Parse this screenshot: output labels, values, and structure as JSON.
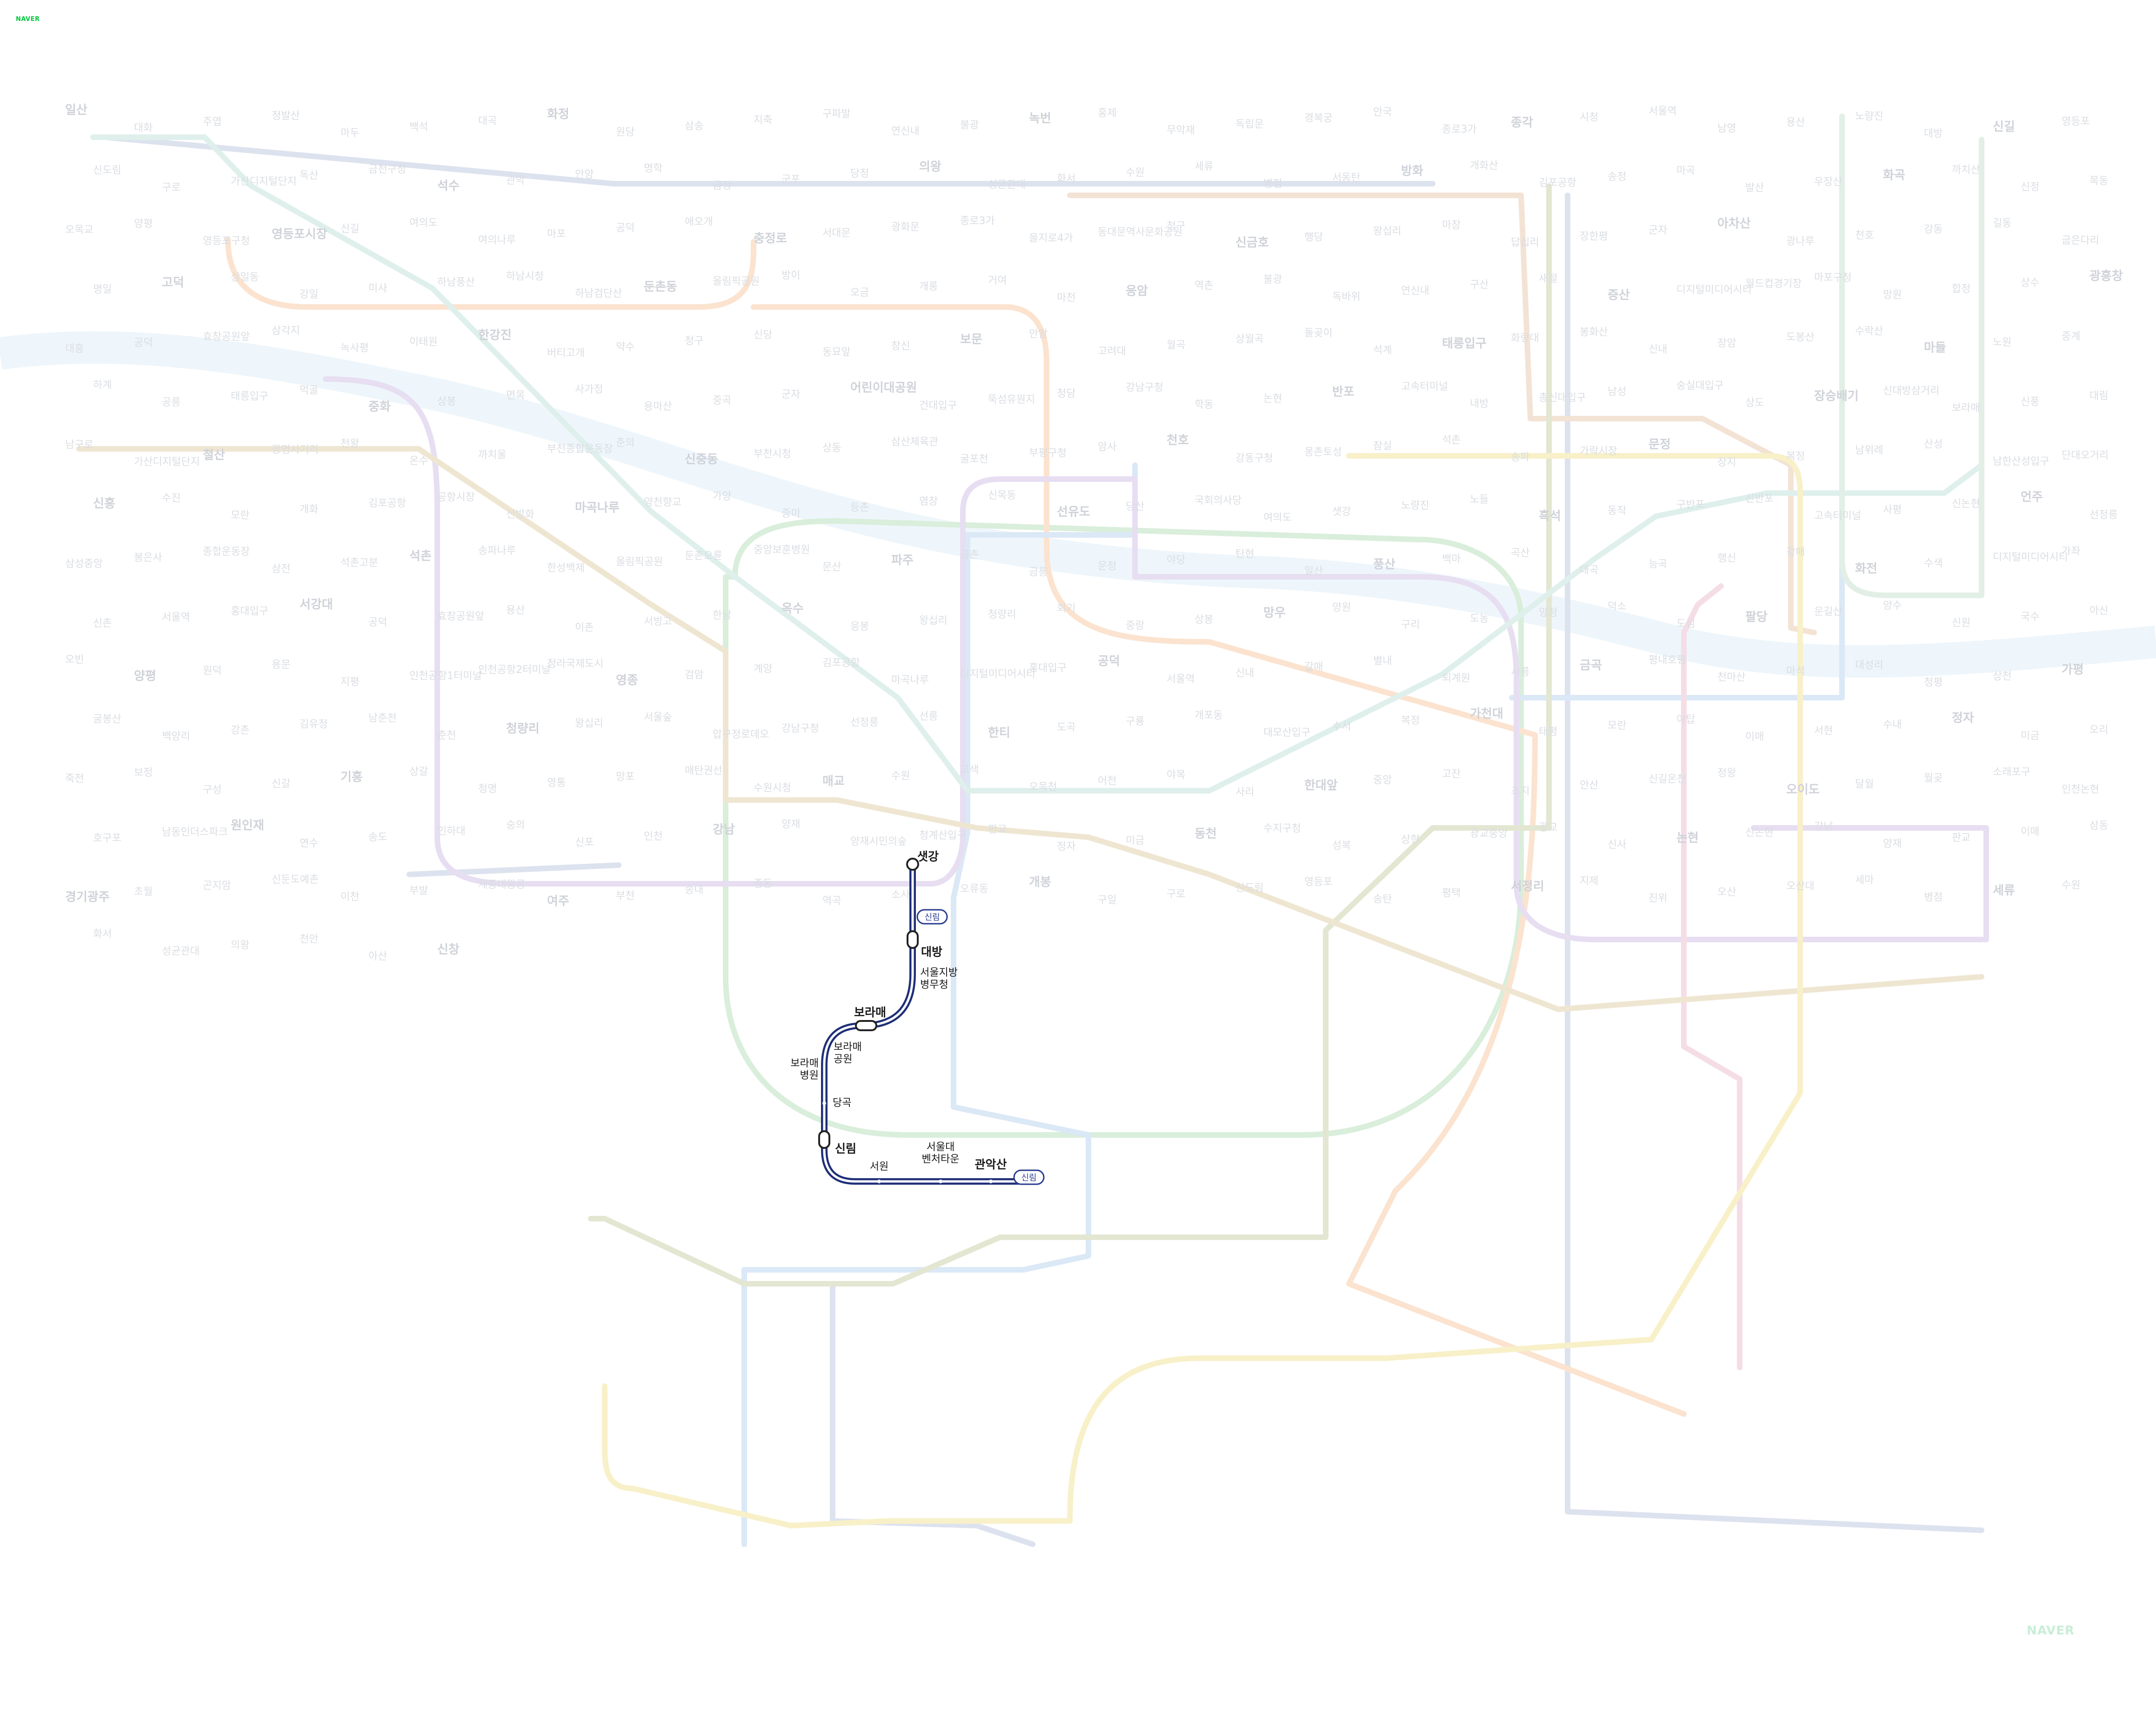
{
  "brand": {
    "top_logo": "NAVER",
    "bottom_logo": "NAVER"
  },
  "active_line": {
    "name": "신림선",
    "color": "#1f2f78",
    "badge_label": "신림",
    "stations": [
      {
        "id": "saetgang",
        "label": "샛강"
      },
      {
        "id": "daebang",
        "label": "대방"
      },
      {
        "id": "seoul-jibang-byeongmucheong",
        "label": "서울지방\n병무청"
      },
      {
        "id": "boramae",
        "label": "보라매"
      },
      {
        "id": "boramae-park",
        "label": "보라매\n공원"
      },
      {
        "id": "boramae-hospital",
        "label": "보라매\n병원"
      },
      {
        "id": "danggok",
        "label": "당곡"
      },
      {
        "id": "sillim",
        "label": "신림"
      },
      {
        "id": "seowon",
        "label": "서원"
      },
      {
        "id": "snu-venture-town",
        "label": "서울대\n벤처타운"
      },
      {
        "id": "gwanaksan",
        "label": "관악산"
      }
    ]
  },
  "faded_lines": [
    {
      "id": "line-1",
      "color": "#dde2ef"
    },
    {
      "id": "line-2",
      "color": "#d9eedb"
    },
    {
      "id": "line-3",
      "color": "#fbe3cf"
    },
    {
      "id": "line-4",
      "color": "#dbe8f6"
    },
    {
      "id": "line-5",
      "color": "#e7def2"
    },
    {
      "id": "line-6",
      "color": "#f3e3d5"
    },
    {
      "id": "line-7",
      "color": "#e3e7d2"
    },
    {
      "id": "line-8",
      "color": "#f5dde6"
    },
    {
      "id": "line-9",
      "color": "#efe6d2"
    },
    {
      "id": "gyeongui",
      "color": "#dff0ec"
    },
    {
      "id": "suin-bundang",
      "color": "#f8f0c8"
    },
    {
      "id": "gyeongchun",
      "color": "#e2efe6"
    }
  ],
  "faded_stations": [
    "일산",
    "대화",
    "주엽",
    "정발산",
    "마두",
    "백석",
    "대곡",
    "화정",
    "원당",
    "삼송",
    "지축",
    "구파발",
    "연신내",
    "불광",
    "녹번",
    "홍제",
    "무악재",
    "독립문",
    "경복궁",
    "안국",
    "종로3가",
    "종각",
    "시청",
    "서울역",
    "남영",
    "용산",
    "노량진",
    "대방",
    "신길",
    "영등포",
    "신도림",
    "구로",
    "가산디지털단지",
    "독산",
    "금천구청",
    "석수",
    "관악",
    "안양",
    "명학",
    "금정",
    "군포",
    "당정",
    "의왕",
    "성균관대",
    "화서",
    "수원",
    "세류",
    "병점",
    "서동탄",
    "방화",
    "개화산",
    "김포공항",
    "송정",
    "마곡",
    "발산",
    "우장산",
    "화곡",
    "까치산",
    "신정",
    "목동",
    "오목교",
    "양평",
    "영등포구청",
    "영등포시장",
    "신길",
    "여의도",
    "여의나루",
    "마포",
    "공덕",
    "애오개",
    "충정로",
    "서대문",
    "광화문",
    "종로3가",
    "을지로4가",
    "동대문역사문화공원",
    "청구",
    "신금호",
    "행당",
    "왕십리",
    "마장",
    "답십리",
    "장한평",
    "군자",
    "아차산",
    "광나루",
    "천호",
    "강동",
    "길동",
    "굽은다리",
    "명일",
    "고덕",
    "상일동",
    "강일",
    "미사",
    "하남풍산",
    "하남시청",
    "하남검단산",
    "둔촌동",
    "올림픽공원",
    "방이",
    "오금",
    "개롱",
    "거여",
    "마천",
    "응암",
    "역촌",
    "불광",
    "독바위",
    "연신내",
    "구산",
    "새절",
    "증산",
    "디지털미디어시티",
    "월드컵경기장",
    "마포구청",
    "망원",
    "합정",
    "상수",
    "광흥창",
    "대흥",
    "공덕",
    "효창공원앞",
    "삼각지",
    "녹사평",
    "이태원",
    "한강진",
    "버티고개",
    "약수",
    "청구",
    "신당",
    "동묘앞",
    "창신",
    "보문",
    "안암",
    "고려대",
    "월곡",
    "상월곡",
    "돌곶이",
    "석계",
    "태릉입구",
    "화랑대",
    "봉화산",
    "신내",
    "장암",
    "도봉산",
    "수락산",
    "마들",
    "노원",
    "중계",
    "하계",
    "공릉",
    "태릉입구",
    "먹골",
    "중화",
    "상봉",
    "면목",
    "사가정",
    "용마산",
    "중곡",
    "군자",
    "어린이대공원",
    "건대입구",
    "뚝섬유원지",
    "청담",
    "강남구청",
    "학동",
    "논현",
    "반포",
    "고속터미널",
    "내방",
    "총신대입구",
    "남성",
    "숭실대입구",
    "상도",
    "장승배기",
    "신대방삼거리",
    "보라매",
    "신풍",
    "대림",
    "남구로",
    "가산디지털단지",
    "철산",
    "광명사거리",
    "천왕",
    "온수",
    "까치울",
    "부천종합운동장",
    "춘의",
    "신중동",
    "부천시청",
    "상동",
    "삼산체육관",
    "굴포천",
    "부평구청",
    "암사",
    "천호",
    "강동구청",
    "몽촌토성",
    "잠실",
    "석촌",
    "송파",
    "가락시장",
    "문정",
    "장지",
    "복정",
    "남위례",
    "산성",
    "남한산성입구",
    "단대오거리",
    "신흥",
    "수진",
    "모란",
    "개화",
    "김포공항",
    "공항시장",
    "신방화",
    "마곡나루",
    "양천향교",
    "가양",
    "증미",
    "등촌",
    "염창",
    "신목동",
    "선유도",
    "당산",
    "국회의사당",
    "여의도",
    "샛강",
    "노량진",
    "노들",
    "흑석",
    "동작",
    "구반포",
    "신반포",
    "고속터미널",
    "사평",
    "신논현",
    "언주",
    "선정릉",
    "삼성중앙",
    "봉은사",
    "종합운동장",
    "삼전",
    "석촌고분",
    "석촌",
    "송파나루",
    "한성백제",
    "올림픽공원",
    "둔촌오륜",
    "중앙보훈병원",
    "문산",
    "파주",
    "금촌",
    "금릉",
    "운정",
    "야당",
    "탄현",
    "일산",
    "풍산",
    "백마",
    "곡산",
    "대곡",
    "능곡",
    "행신",
    "강매",
    "화전",
    "수색",
    "디지털미디어시티",
    "가좌",
    "신촌",
    "서울역",
    "홍대입구",
    "서강대",
    "공덕",
    "효창공원앞",
    "용산",
    "이촌",
    "서빙고",
    "한남",
    "옥수",
    "응봉",
    "왕십리",
    "청량리",
    "회기",
    "중랑",
    "상봉",
    "망우",
    "양원",
    "구리",
    "도농",
    "양정",
    "덕소",
    "도심",
    "팔당",
    "운길산",
    "양수",
    "신원",
    "국수",
    "아신",
    "오빈",
    "양평",
    "원덕",
    "용문",
    "지평",
    "인천공항1터미널",
    "인천공항2터미널",
    "청라국제도시",
    "영종",
    "검암",
    "계양",
    "김포공항",
    "마곡나루",
    "디지털미디어시티",
    "홍대입구",
    "공덕",
    "서울역",
    "신내",
    "갈매",
    "별내",
    "퇴계원",
    "사릉",
    "금곡",
    "평내호평",
    "천마산",
    "마석",
    "대성리",
    "청평",
    "상천",
    "가평",
    "굴봉산",
    "백양리",
    "강촌",
    "김유정",
    "남춘천",
    "춘천",
    "청량리",
    "왕십리",
    "서울숲",
    "압구정로데오",
    "강남구청",
    "선정릉",
    "선릉",
    "한티",
    "도곡",
    "구룡",
    "개포동",
    "대모산입구",
    "수서",
    "복정",
    "가천대",
    "태평",
    "모란",
    "야탑",
    "이매",
    "서현",
    "수내",
    "정자",
    "미금",
    "오리",
    "죽전",
    "보정",
    "구성",
    "신갈",
    "기흥",
    "상갈",
    "청명",
    "영통",
    "망포",
    "매탄권선",
    "수원시청",
    "매교",
    "수원",
    "고색",
    "오목천",
    "어천",
    "야목",
    "사리",
    "한대앞",
    "중앙",
    "고잔",
    "초지",
    "안산",
    "신길온천",
    "정왕",
    "오이도",
    "달월",
    "월곶",
    "소래포구",
    "인천논현",
    "호구포",
    "남동인더스파크",
    "원인재",
    "연수",
    "송도",
    "인하대",
    "숭의",
    "신포",
    "인천",
    "강남",
    "양재",
    "양재시민의숲",
    "청계산입구",
    "판교",
    "정자",
    "미금",
    "동천",
    "수지구청",
    "성복",
    "상현",
    "광교중앙",
    "광교",
    "신사",
    "논현",
    "신논현",
    "강남",
    "양재",
    "판교",
    "이매",
    "삼동",
    "경기광주",
    "초월",
    "곤지암",
    "신둔도예촌",
    "이천",
    "부발",
    "세종대왕릉",
    "여주",
    "부천",
    "송내",
    "중동",
    "역곡",
    "소사",
    "오류동",
    "개봉",
    "구일",
    "구로",
    "신도림",
    "영등포",
    "송탄",
    "평택",
    "서정리",
    "지제",
    "진위",
    "오산",
    "오산대",
    "세마",
    "병점",
    "세류",
    "수원",
    "화서",
    "성균관대",
    "의왕",
    "천안",
    "아산",
    "신창"
  ]
}
